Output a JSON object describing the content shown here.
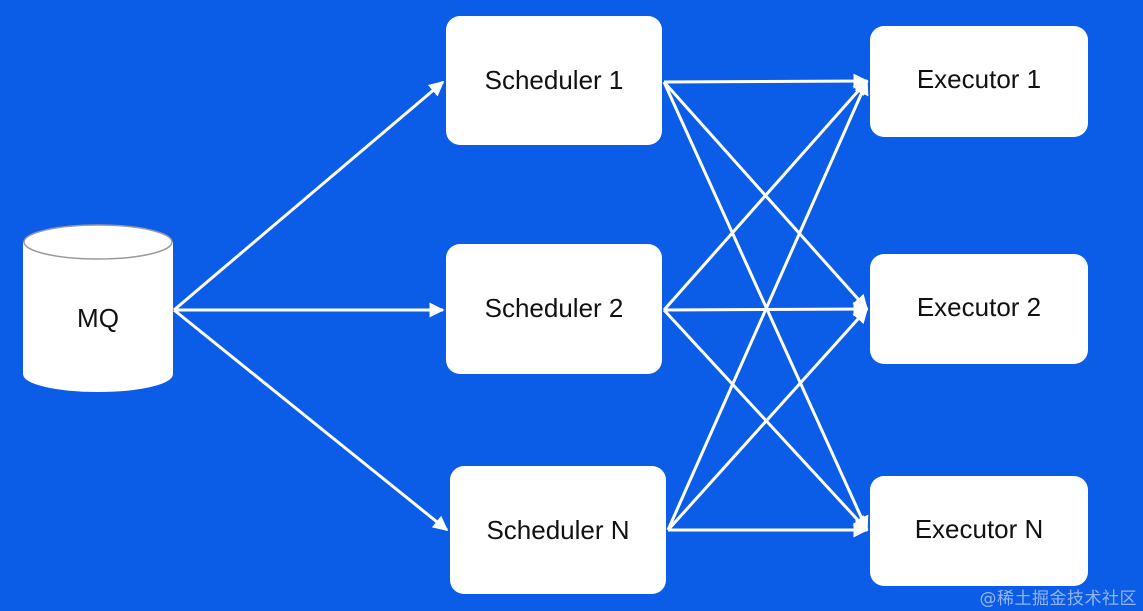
{
  "diagram": {
    "source": {
      "id": "mq",
      "label": "MQ"
    },
    "schedulers": [
      {
        "id": "s1",
        "label": "Scheduler 1"
      },
      {
        "id": "s2",
        "label": "Scheduler 2"
      },
      {
        "id": "sn",
        "label": "Scheduler N"
      }
    ],
    "executors": [
      {
        "id": "e1",
        "label": "Executor 1"
      },
      {
        "id": "e2",
        "label": "Executor 2"
      },
      {
        "id": "en",
        "label": "Executor N"
      }
    ],
    "edges": [
      [
        "mq",
        "s1"
      ],
      [
        "mq",
        "s2"
      ],
      [
        "mq",
        "sn"
      ],
      [
        "s1",
        "e1"
      ],
      [
        "s1",
        "e2"
      ],
      [
        "s1",
        "en"
      ],
      [
        "s2",
        "e1"
      ],
      [
        "s2",
        "e2"
      ],
      [
        "s2",
        "en"
      ],
      [
        "sn",
        "e1"
      ],
      [
        "sn",
        "e2"
      ],
      [
        "sn",
        "en"
      ]
    ]
  },
  "colors": {
    "background": "#0b5ce6",
    "node_fill": "#ffffff",
    "edge": "#ffffff",
    "text": "#111111"
  },
  "watermark": "@稀土掘金技术社区"
}
